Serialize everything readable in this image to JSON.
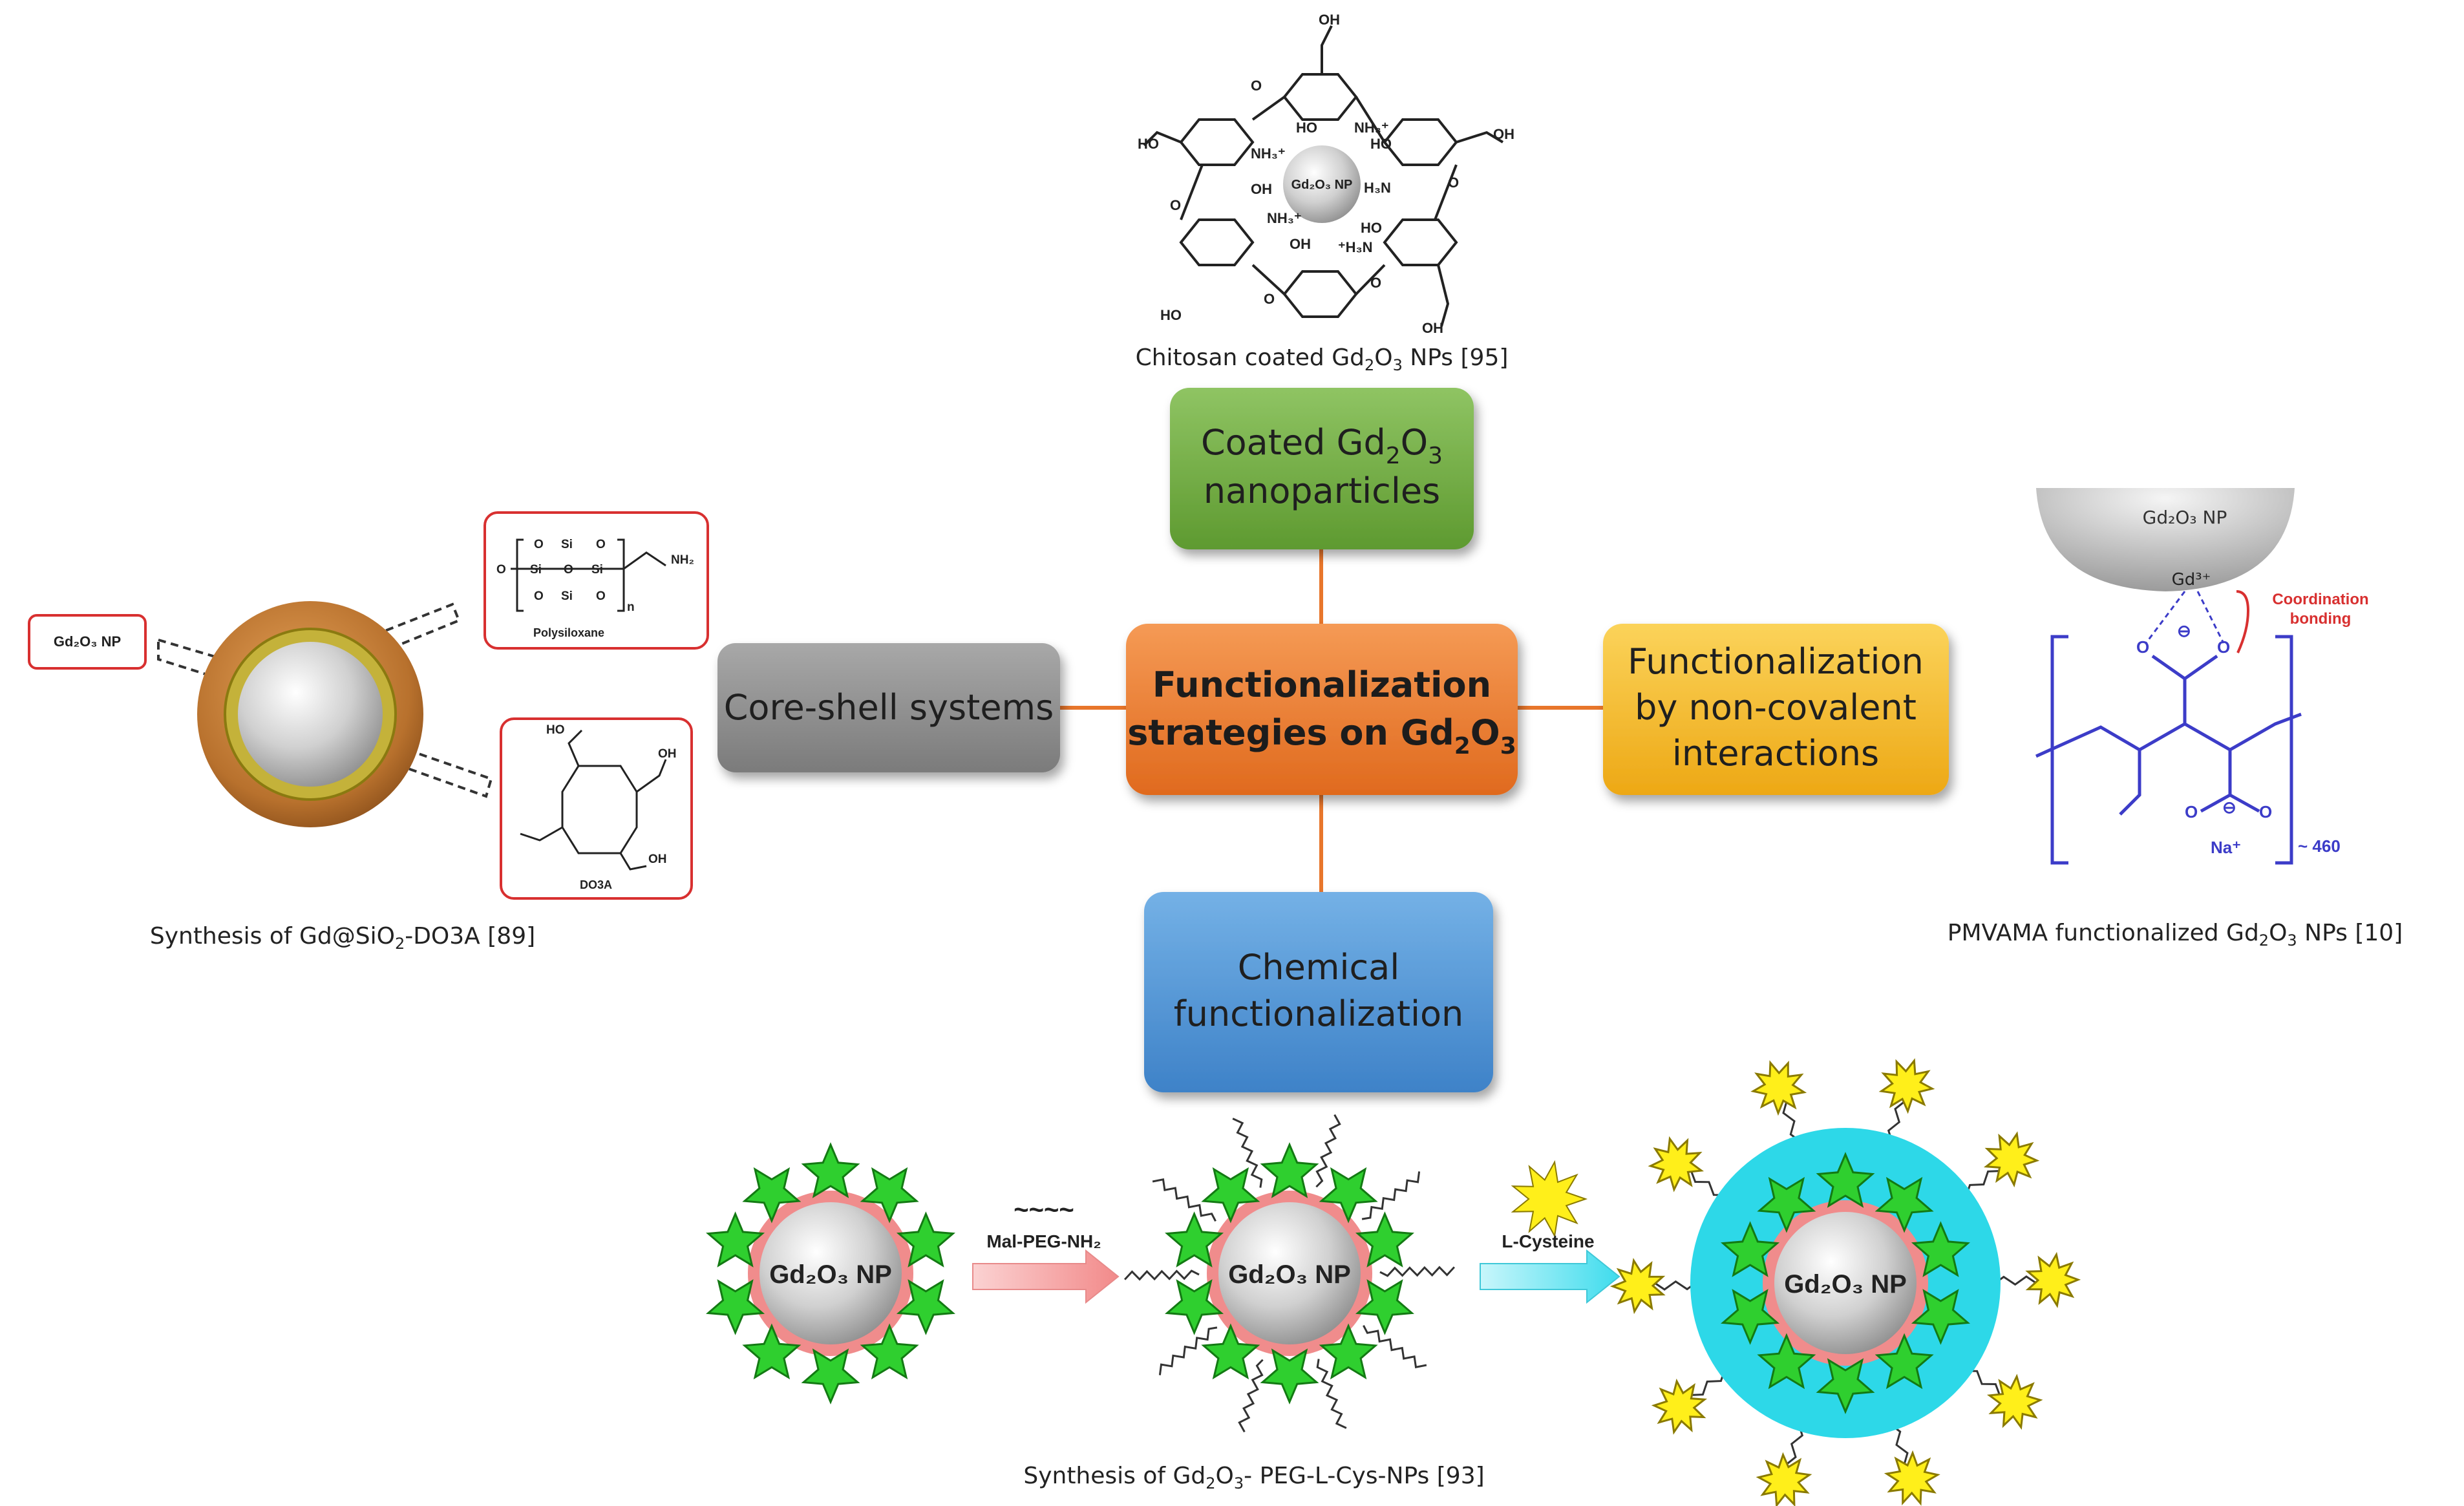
{
  "center": {
    "line1": "Functionalization",
    "line2_prefix": "strategies on Gd",
    "sub2": "2",
    "sub_o": "O",
    "sub3": "3"
  },
  "nodes": {
    "coated": {
      "line1_prefix": "Coated Gd",
      "sub2": "2",
      "o": "O",
      "sub3": "3",
      "line2": "nanoparticles"
    },
    "core_shell": {
      "label": "Core-shell systems"
    },
    "noncovalent": {
      "line1": "Functionalization",
      "line2": "by non-covalent",
      "line3": "interactions"
    },
    "chemical": {
      "line1": "Chemical",
      "line2": "functionalization"
    }
  },
  "captions": {
    "chitosan": {
      "prefix": "Chitosan coated Gd",
      "sub2": "2",
      "o": "O",
      "sub3": "3",
      "suffix": " NPs [95]"
    },
    "core_shell": {
      "prefix": "Synthesis of Gd@SiO",
      "sub2": "2",
      "suffix": "-DO3A [89]"
    },
    "pmvama": {
      "prefix": "PMVAMA  functionalized Gd",
      "sub2": "2",
      "o": "O",
      "sub3": "3",
      "suffix": " NPs [10]"
    },
    "peg": {
      "prefix": "Synthesis of Gd",
      "sub2": "2",
      "o": "O",
      "sub3": "3",
      "suffix": "- PEG-L-Cys-NPs [93]"
    }
  },
  "chitosan_struct": {
    "np": "Gd₂O₃ NP",
    "oh": "OH",
    "ho": "HO",
    "o": "O",
    "nh3": "NH₃⁺",
    "h3n": "⁺H₃N",
    "h3n_plain": "H₃N"
  },
  "core_shell_struct": {
    "np_box": "Gd₂O₃ NP",
    "polysiloxane": "Polysiloxane",
    "dota": "DO3A",
    "si": "Si",
    "o": "O",
    "n": "n",
    "nh2": "NH₂",
    "oh": "OH",
    "ho": "HO"
  },
  "pmvama_struct": {
    "np": "Gd₂O₃ NP",
    "gd": "Gd³⁺",
    "coord1": "Coordination",
    "coord2": "bonding",
    "na": "Na⁺",
    "n460": "~ 460",
    "minus": "⊖",
    "o": "O"
  },
  "peg_struct": {
    "np": "Gd₂O₃ NP",
    "reagent1": "Mal-PEG-NH₂",
    "reagent2": "L-Cysteine"
  },
  "colors": {
    "green": "#6aa33a",
    "gray": "#8c8c8c",
    "orange": "#e8762b",
    "yellow": "#f0b51c",
    "blue": "#4a8fd2",
    "connector": "#e8762b",
    "star": "#2fcf2f",
    "ring": "#f08c8c",
    "halo": "#2dd8e8",
    "burst": "#ffef1a",
    "chem_blue": "#3c3cc8",
    "chem_red": "#d83030"
  }
}
